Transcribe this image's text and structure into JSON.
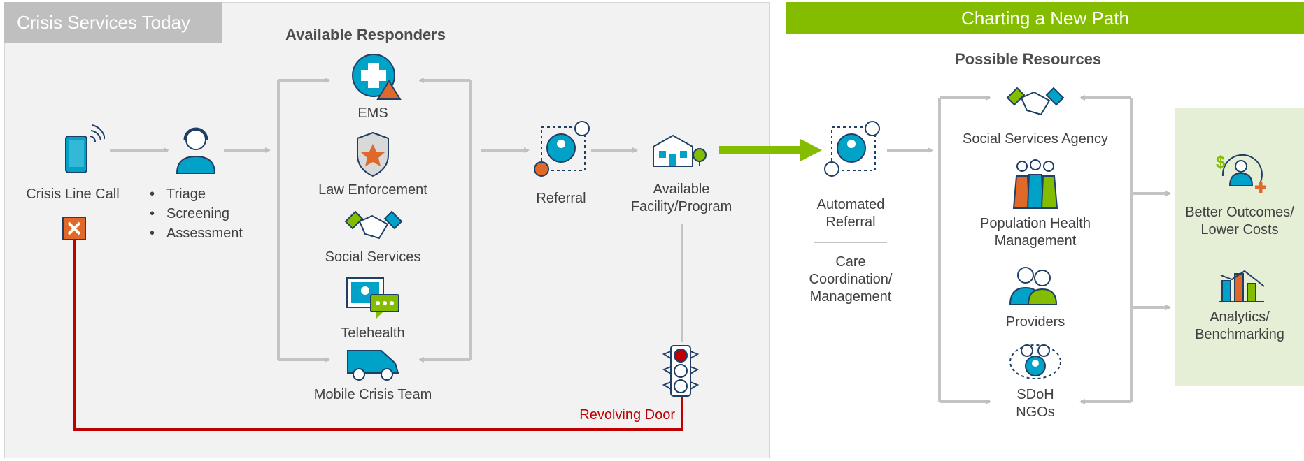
{
  "left_panel": {
    "title": "Crisis Services Today",
    "crisis_line_call": "Crisis Line Call",
    "intake_steps": [
      "Triage",
      "Screening",
      "Assessment"
    ],
    "responders_heading": "Available Responders",
    "responders": [
      "EMS",
      "Law Enforcement",
      "Social Services",
      "Telehealth",
      "Mobile Crisis Team"
    ],
    "referral": "Referral",
    "facility": [
      "Available",
      "Facility/Program"
    ],
    "revolving_door": "Revolving Door"
  },
  "right_panel": {
    "title": "Charting a New Path",
    "automated_referral": [
      "Automated",
      "Referral"
    ],
    "care_coordination": [
      "Care",
      "Coordination/",
      "Management"
    ],
    "resources_heading": "Possible Resources",
    "resources": {
      "social_services_agency": "Social Services Agency",
      "population_health": [
        "Population Health",
        "Management"
      ],
      "providers": "Providers",
      "sdoh": [
        "SDoH",
        "NGOs"
      ]
    },
    "outcomes": [
      "Better Outcomes/",
      "Lower Costs"
    ],
    "analytics": [
      "Analytics/",
      "Benchmarking"
    ]
  },
  "colors": {
    "green": "#84bd00",
    "teal": "#00a3c7",
    "navy": "#1f3f66",
    "orange": "#e0692a",
    "red": "#c00000",
    "gray_arrow": "#bfbfbf"
  },
  "icons": [
    "phone-icon",
    "headset-agent-icon",
    "ems-cross-icon",
    "police-badge-icon",
    "handshake-icon",
    "telehealth-icon",
    "van-icon",
    "referral-network-icon",
    "facility-building-icon",
    "traffic-light-icon",
    "close-x-icon",
    "population-group-icon",
    "providers-icon",
    "ngo-network-icon",
    "dollar-person-icon",
    "bar-chart-icon"
  ]
}
